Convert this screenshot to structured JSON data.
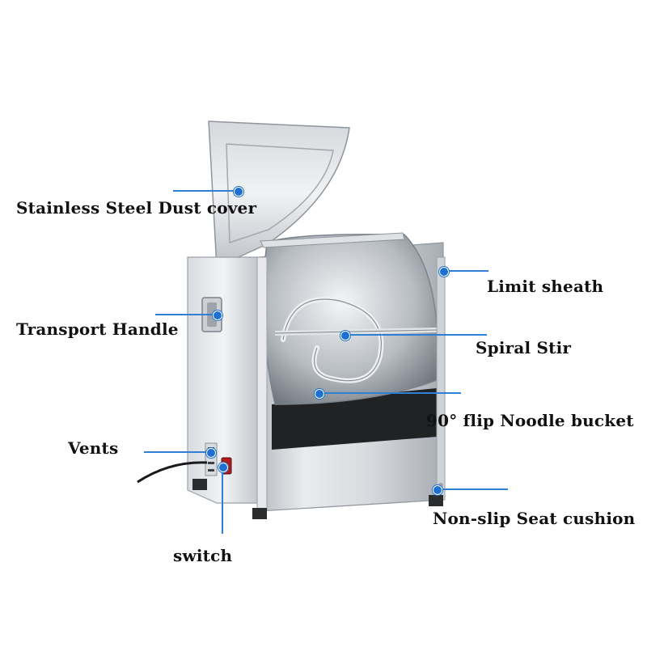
{
  "colors": {
    "accent_line": "#2f7fd6",
    "accent_dot": "#1e6fd0",
    "label_text": "#111111",
    "background": "#ffffff",
    "steel_light": "#eceef0",
    "steel_mid": "#c9cdd2",
    "steel_dark": "#8c9298"
  },
  "icons": [
    "power-switch-icon",
    "vent-icon",
    "power-cord-icon",
    "handle-icon"
  ],
  "labels": {
    "dust_cover": "Stainless Steel Dust cover",
    "limit_sheath": "Limit sheath",
    "transport_handle": "Transport Handle",
    "spiral_stir": "Spiral Stir",
    "flip_bucket": "90°   flip Noodle bucket",
    "vents": "Vents",
    "switch": "switch",
    "seat_cushion": "Non-slip Seat cushion"
  }
}
